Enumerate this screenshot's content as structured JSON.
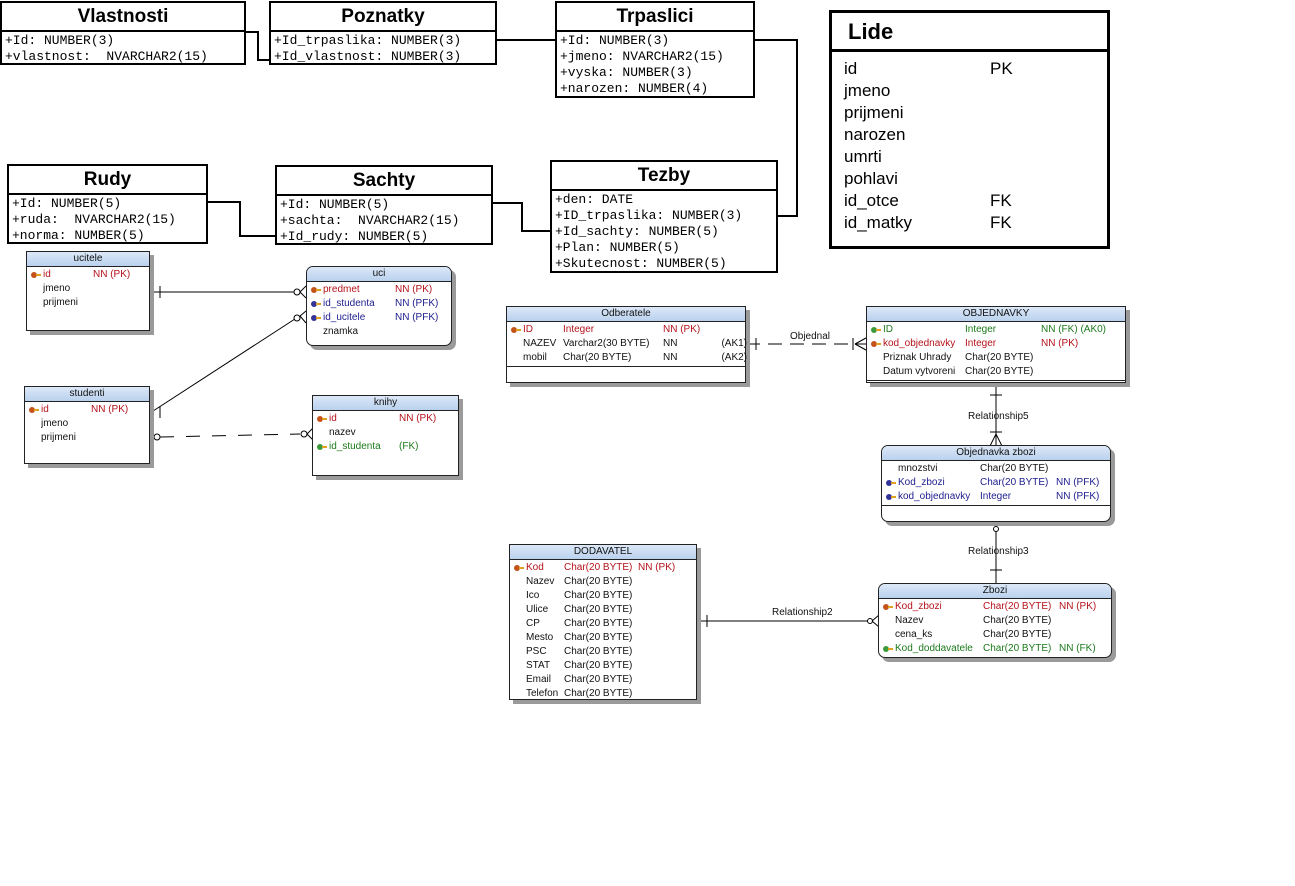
{
  "uml_classes": {
    "vlastnosti": {
      "title": "Vlastnosti",
      "attrs": [
        "+Id: NUMBER(3)",
        "+vlastnost:  NVARCHAR2(15)"
      ]
    },
    "poznatky": {
      "title": "Poznatky",
      "attrs": [
        "+Id_trpaslika: NUMBER(3)",
        "+Id_vlastnost: NUMBER(3)"
      ]
    },
    "trpaslici": {
      "title": "Trpaslici",
      "attrs": [
        "+Id: NUMBER(3)",
        "+jmeno: NVARCHAR2(15)",
        "+vyska: NUMBER(3)",
        "+narozen: NUMBER(4)"
      ]
    },
    "rudy": {
      "title": "Rudy",
      "attrs": [
        "+Id: NUMBER(5)",
        "+ruda:  NVARCHAR2(15)",
        "+norma: NUMBER(5)"
      ]
    },
    "sachty": {
      "title": "Sachty",
      "attrs": [
        "+Id: NUMBER(5)",
        "+sachta:  NVARCHAR2(15)",
        "+Id_rudy: NUMBER(5)"
      ]
    },
    "tezby": {
      "title": "Tezby",
      "attrs": [
        "+den: DATE",
        "+ID_trpaslika: NUMBER(3)",
        "+Id_sachty: NUMBER(5)",
        "+Plan: NUMBER(5)",
        "+Skutecnost: NUMBER(5)"
      ]
    }
  },
  "lide": {
    "title": "Lide",
    "rows": [
      {
        "name": "id",
        "key": "PK"
      },
      {
        "name": "jmeno",
        "key": ""
      },
      {
        "name": "prijmeni",
        "key": ""
      },
      {
        "name": "narozen",
        "key": ""
      },
      {
        "name": "umrti",
        "key": ""
      },
      {
        "name": "pohlavi",
        "key": ""
      },
      {
        "name": "id_otce",
        "key": "FK"
      },
      {
        "name": "id_matky",
        "key": "FK"
      }
    ]
  },
  "entities": {
    "ucitele": {
      "title": "ucitele",
      "cols": [
        {
          "icon": "pk",
          "name": "id",
          "type": "",
          "flags": "NN  (PK)"
        },
        {
          "icon": "",
          "name": "jmeno",
          "type": "",
          "flags": ""
        },
        {
          "icon": "",
          "name": "prijmeni",
          "type": "",
          "flags": ""
        }
      ]
    },
    "uci": {
      "title": "uci",
      "cols": [
        {
          "icon": "pk",
          "name": "predmet",
          "type": "",
          "flags": "NN  (PK)"
        },
        {
          "icon": "pfk",
          "name": "id_studenta",
          "type": "",
          "flags": "NN  (PFK)"
        },
        {
          "icon": "pfk",
          "name": "id_ucitele",
          "type": "",
          "flags": "NN  (PFK)"
        },
        {
          "icon": "",
          "name": "znamka",
          "type": "",
          "flags": ""
        }
      ]
    },
    "studenti": {
      "title": "studenti",
      "cols": [
        {
          "icon": "pk",
          "name": "id",
          "type": "",
          "flags": "NN  (PK)"
        },
        {
          "icon": "",
          "name": "jmeno",
          "type": "",
          "flags": ""
        },
        {
          "icon": "",
          "name": "prijmeni",
          "type": "",
          "flags": ""
        }
      ]
    },
    "knihy": {
      "title": "knihy",
      "cols": [
        {
          "icon": "pk",
          "name": "id",
          "type": "",
          "flags": "NN  (PK)"
        },
        {
          "icon": "",
          "name": "nazev",
          "type": "",
          "flags": ""
        },
        {
          "icon": "fk",
          "name": "id_studenta",
          "type": "",
          "flags": "(FK)"
        }
      ]
    },
    "odberatele": {
      "title": "Odberatele",
      "cols": [
        {
          "icon": "pk",
          "name": "ID",
          "type": "Integer",
          "flags": "NN (PK)",
          "ak": ""
        },
        {
          "icon": "",
          "name": "NAZEV",
          "type": "Varchar2(30 BYTE)",
          "flags": "NN",
          "ak": "(AK1)"
        },
        {
          "icon": "",
          "name": "mobil",
          "type": "Char(20 BYTE)",
          "flags": "NN",
          "ak": "(AK2)"
        }
      ]
    },
    "objednavky": {
      "title": "OBJEDNAVKY",
      "cols": [
        {
          "icon": "fk",
          "name": "ID",
          "type": "Integer",
          "flags": "NN (FK)  (AK0)"
        },
        {
          "icon": "pk",
          "name": "kod_objednavky",
          "type": "Integer",
          "flags": "NN (PK)"
        },
        {
          "icon": "",
          "name": "Priznak Uhrady",
          "type": "Char(20 BYTE)",
          "flags": ""
        },
        {
          "icon": "",
          "name": "Datum vytvoreni",
          "type": "Char(20 BYTE)",
          "flags": ""
        }
      ]
    },
    "objednavka_zbozi": {
      "title": "Objednavka zbozi",
      "cols": [
        {
          "icon": "",
          "name": "mnozstvi",
          "type": "Char(20 BYTE)",
          "flags": ""
        },
        {
          "icon": "pfk",
          "name": "Kod_zbozi",
          "type": "Char(20 BYTE)",
          "flags": "NN (PFK)"
        },
        {
          "icon": "pfk",
          "name": "kod_objednavky",
          "type": "Integer",
          "flags": "NN (PFK)"
        }
      ]
    },
    "dodavatel": {
      "title": "DODAVATEL",
      "cols": [
        {
          "icon": "pk",
          "name": "Kod",
          "type": "Char(20 BYTE)",
          "flags": "NN (PK)"
        },
        {
          "icon": "",
          "name": "Nazev",
          "type": "Char(20 BYTE)",
          "flags": ""
        },
        {
          "icon": "",
          "name": "Ico",
          "type": "Char(20 BYTE)",
          "flags": ""
        },
        {
          "icon": "",
          "name": "Ulice",
          "type": "Char(20 BYTE)",
          "flags": ""
        },
        {
          "icon": "",
          "name": "CP",
          "type": "Char(20 BYTE)",
          "flags": ""
        },
        {
          "icon": "",
          "name": "Mesto",
          "type": "Char(20 BYTE)",
          "flags": ""
        },
        {
          "icon": "",
          "name": "PSC",
          "type": "Char(20 BYTE)",
          "flags": ""
        },
        {
          "icon": "",
          "name": "STAT",
          "type": "Char(20 BYTE)",
          "flags": ""
        },
        {
          "icon": "",
          "name": "Email",
          "type": "Char(20 BYTE)",
          "flags": ""
        },
        {
          "icon": "",
          "name": "Telefon",
          "type": "Char(20 BYTE)",
          "flags": ""
        }
      ]
    },
    "zbozi": {
      "title": "Zbozi",
      "cols": [
        {
          "icon": "pk",
          "name": "Kod_zbozi",
          "type": "Char(20 BYTE)",
          "flags": "NN (PK)"
        },
        {
          "icon": "",
          "name": "Nazev",
          "type": "Char(20 BYTE)",
          "flags": ""
        },
        {
          "icon": "",
          "name": "cena_ks",
          "type": "Char(20 BYTE)",
          "flags": ""
        },
        {
          "icon": "fk",
          "name": "Kod_doddavatele",
          "type": "Char(20 BYTE)",
          "flags": "NN (FK)"
        }
      ]
    }
  },
  "relationships": {
    "objednal": "Objednal",
    "relationship5": "Relationship5",
    "relationship3": "Relationship3",
    "relationship2": "Relationship2"
  },
  "colors": {
    "pk": "#b5131b",
    "fk": "#1c7a1c",
    "pfk": "#1d1d8f",
    "header": "#c9dcf2"
  }
}
